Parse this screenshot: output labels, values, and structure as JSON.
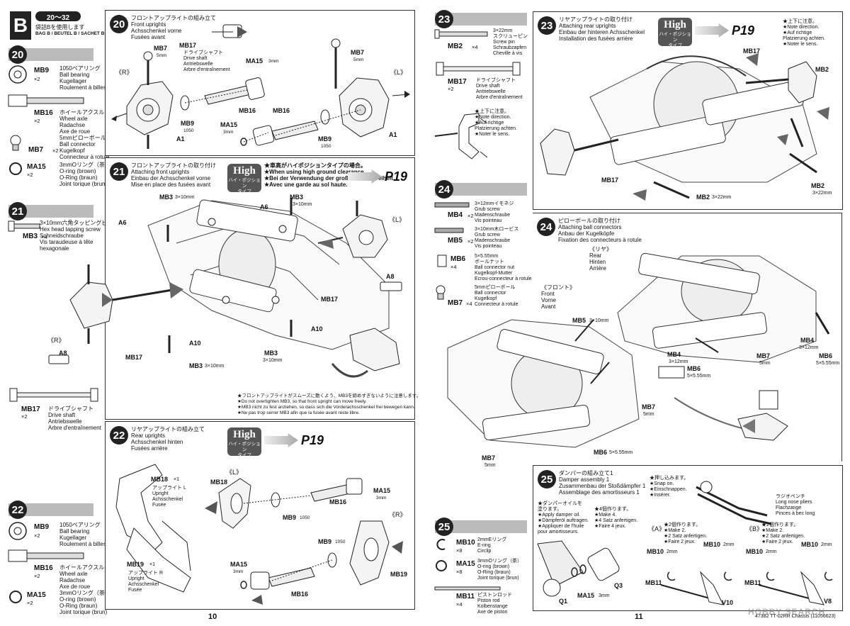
{
  "page_left": {
    "section_letter": "B",
    "section_range": "20～32",
    "bag_jp": "袋詰Bを使用します",
    "bag_en": "BAG B / BEUTEL B / SACHET B",
    "page_number": "10",
    "left_steps": [
      {
        "num": "20"
      },
      {
        "num": "21"
      },
      {
        "num": "22"
      }
    ],
    "parts_20": [
      {
        "code": "MB9",
        "qty": "×2",
        "lines": [
          "1050ベアリング",
          "Ball bearing",
          "Kugellager",
          "Roulement à billes"
        ]
      },
      {
        "code": "MB16",
        "qty": "×2",
        "lines": [
          "ホイールアクスル",
          "Wheel axle",
          "Radachse",
          "Axe de roue"
        ]
      },
      {
        "code": "MB7",
        "qty": "×2",
        "lines": [
          "5mmピローボール",
          "Ball connector",
          "Kugelkopf",
          "Connecteur à rotule"
        ]
      },
      {
        "code": "MA15",
        "qty": "×2",
        "lines": [
          "3mmOリング（茶）",
          "O-ring (brown)",
          "O-Ring (braun)",
          "Joint torique (brun)"
        ]
      }
    ],
    "parts_21": [
      {
        "code": "MB3",
        "qty": "×4",
        "lines": [
          "3×10mm六角タッピングビス",
          "Hex head tapping screw",
          "Schneidschraube",
          "Vis taraudeuse à tête",
          "hexagonale"
        ]
      }
    ],
    "parts_21b": [
      {
        "code": "MB17",
        "qty": "×2",
        "lines": [
          "ドライブシャフト",
          "Drive shaft",
          "Antriebswelle",
          "Arbre d'entraînement"
        ]
      }
    ],
    "parts_22": [
      {
        "code": "MB9",
        "qty": "×2",
        "lines": [
          "1050ベアリング",
          "Ball bearing",
          "Kugellager",
          "Roulement à billes"
        ]
      },
      {
        "code": "MB16",
        "qty": "×2",
        "lines": [
          "ホイールアクスル",
          "Wheel axle",
          "Radachse",
          "Axe de roue"
        ]
      },
      {
        "code": "MA15",
        "qty": "×2",
        "lines": [
          "3mmOリング（茶）",
          "O-ring (brown)",
          "O-Ring (braun)",
          "Joint torique (brun)"
        ]
      }
    ],
    "step20": {
      "num": "20",
      "title": [
        "フロントアップライトの組み立て",
        "Front uprights",
        "Achsschenkel vorne",
        "Fusées avant"
      ],
      "right_label": "《R》",
      "left_label": "《L》",
      "mb17_lines": [
        "ドライブシャフト",
        "Drive shaft",
        "Antriebswelle",
        "Arbre d'entraînement"
      ],
      "labels": {
        "mb7a": "MB7",
        "mb7b": "MB7",
        "mm5": "5mm",
        "mb17": "MB17",
        "ma15a": "MA15",
        "ma15b": "MA15",
        "mm3a": "3mm",
        "mm3b": "3mm",
        "mb16a": "MB16",
        "mb16b": "MB16",
        "mb9a": "MB9",
        "mb9b": "MB9",
        "n1050a": "1050",
        "n1050b": "1050",
        "a1a": "A1",
        "a1b": "A1"
      }
    },
    "step21": {
      "num": "21",
      "title": [
        "フロントアップライトの取り付け",
        "Attaching front uprights",
        "Einbau der Achsschenkel vorne",
        "Mise en place des fusées avant"
      ],
      "high_notes": [
        "★車高がハイポジションタイプの場合。",
        "★When using high ground clearance.",
        "★Bei der Verwendung der großen Bodenfreiheit.",
        "★Avec une garde au sol haute."
      ],
      "page_ref": "P19",
      "labels": {
        "mb3a": "MB3",
        "mb3b": "MB3",
        "mb3c": "MB3",
        "mb3d": "MB3",
        "size": "3×10mm",
        "a6a": "A6",
        "a6b": "A6",
        "a8a": "A8",
        "a8b": "A8",
        "a10a": "A10",
        "a10b": "A10",
        "mb17a": "MB17",
        "mb17b": "MB17",
        "r": "《R》",
        "l": "《L》"
      },
      "warning": [
        "★フロントアップライトがスムーズに動くよう、MB3を締めすぎないように注意します。",
        "★Do not overtighten MB3, so that front upright can move freely.",
        "★MB3 nicht zu fest anziehen, so dass sich die Vorderachsschenkel frei bewegen kann.",
        "★Ne pas trop serrer MB3 afin que la fusée avant reste libre."
      ]
    },
    "step22": {
      "num": "22",
      "title": [
        "リヤアップライトの組み立て",
        "Rear uprights",
        "Achsschenkel hinten",
        "Fusées arrière"
      ],
      "page_ref": "P19",
      "mb18": {
        "code": "MB18",
        "qty": "×1",
        "lines": [
          "アップライト L",
          "Upright",
          "Achsschenkel",
          "Fusée"
        ]
      },
      "mb19": {
        "code": "MB19",
        "qty": "×1",
        "lines": [
          "アップライト R",
          "Upright",
          "Achsschenkel",
          "Fusée"
        ]
      },
      "labels": {
        "l": "《L》",
        "r": "《R》",
        "mb18": "MB18",
        "mb19": "MB19",
        "mb16a": "MB16",
        "mb16b": "MB16",
        "ma15a": "MA15",
        "ma15b": "MA15",
        "mm3a": "3mm",
        "mm3b": "3mm",
        "mb9a": "MB9",
        "mb9b": "MB9",
        "n1050a": "1050",
        "n1050b": "1050"
      }
    }
  },
  "page_right": {
    "page_number": "11",
    "footer": "47382 TT-02RR Chassis (11056623)",
    "watermark": "HOBBY SEARCH",
    "step23_parts": [
      {
        "code": "MB2",
        "qty": "×4",
        "lines": [
          "3×22mm",
          "スクリューピン",
          "Screw pin",
          "Schraubzapfen",
          "Cheville à vis"
        ]
      },
      {
        "code": "MB17",
        "qty": "×2",
        "lines": [
          "ドライブシャフト",
          "Drive shaft",
          "Antriebswelle",
          "Arbre d'entraînement"
        ]
      }
    ],
    "step23_notes": [
      "★上下に注意。",
      "★Note direction.",
      "★Auf richtige",
      "Platzierung achten.",
      "★Noter le sens."
    ],
    "step23": {
      "num": "23",
      "title": [
        "リヤアップライトの取り付け",
        "Attaching rear uprights",
        "Einbau der hinteren Achsschenkel",
        "Installation des fusées arrière"
      ],
      "page_ref": "P19",
      "notes": [
        "★上下に注意。",
        "★Note direction.",
        "★Auf richtige",
        "Platzierung achten.",
        "★Noter le sens."
      ],
      "labels": {
        "mb17a": "MB17",
        "mb17b": "MB17",
        "mb2a": "MB2",
        "mb2b": "MB2",
        "mb2c": "MB2",
        "size": "3×22mm"
      }
    },
    "step24_parts": [
      {
        "code": "MB4",
        "qty": "×2",
        "lines": [
          "3×12mmイモネジ",
          "Grub screw",
          "Madenschraube",
          "Vis pointeau"
        ]
      },
      {
        "code": "MB5",
        "qty": "×2",
        "lines": [
          "3×10mm木ロービス",
          "Grub screw",
          "Madenschraube",
          "Vis pointeau"
        ]
      },
      {
        "code": "MB6",
        "qty": "×4",
        "lines": [
          "5×5.55mm",
          "ボールナット",
          "Ball connector nut",
          "Kugelkopf-Mutter",
          "Ecrou-connecteur à rotule"
        ]
      },
      {
        "code": "MB7",
        "qty": "×4",
        "lines": [
          "5mmピローボール",
          "Ball connector",
          "Kugelkopf",
          "Connecteur à rotule"
        ]
      }
    ],
    "step24": {
      "num": "24",
      "title": [
        "ピローボールの取り付け",
        "Attaching ball connectors",
        "Anbau der Kugelköpfe",
        "Fixation des connecteurs à rotule"
      ],
      "rear": [
        "《リヤ》",
        "Rear",
        "Hinten",
        "Arrière"
      ],
      "front": [
        "《フロント》",
        "Front",
        "Vorne",
        "Avant"
      ],
      "labels": {
        "mb4a": "MB4",
        "mb4b": "MB4",
        "mb4size": "3×12mm",
        "mb5": "MB5",
        "mb5size": "3×10mm",
        "mb6a": "MB6",
        "mb6b": "MB6",
        "mb6c": "MB6",
        "mb6size": "5×5.55mm",
        "mb7a": "MB7",
        "mb7b": "MB7",
        "mb7c": "MB7",
        "mm5": "5mm"
      }
    },
    "step25_parts": [
      {
        "code": "MB10",
        "qty": "×8",
        "lines": [
          "2mmEリング",
          "E-ring",
          "Circlip"
        ]
      },
      {
        "code": "MA15",
        "qty": "×8",
        "lines": [
          "3mmOリング（茶）",
          "O-ring (brown)",
          "O-Ring (braun)",
          "Joint torique (brun)"
        ]
      },
      {
        "code": "MB11",
        "qty": "×4",
        "lines": [
          "ピストンロッド",
          "Piston rod",
          "Kolbenstange",
          "Axe de piston"
        ]
      }
    ],
    "step25": {
      "num": "25",
      "title": [
        "ダンパーの組み立て1",
        "Damper assembly 1",
        "Zusammenbau der Stoßdämpfer 1",
        "Assemblage des amortisseurs 1"
      ],
      "oil_notes": [
        "★ダンパーオイルを",
        "塗ります。",
        "★Apply damper oil.",
        "★Dämpferöl auftragen.",
        "★Appliquer de l'huile",
        "pour amortisseurs."
      ],
      "make4": [
        "★4個作ります。",
        "★Make 4.",
        "★4 Satz anfertigen.",
        "★Faire 4 jeux."
      ],
      "snap": [
        "★押し込みます。",
        "★Snap on.",
        "★Einschnappen.",
        "★Insérer."
      ],
      "pliers": [
        "ラジオペンチ",
        "Long nose pliers",
        "Flachzange",
        "Pinces à bec long"
      ],
      "a_label": "《A》",
      "b_label": "《B》",
      "make2": [
        "★2個作ります。",
        "★Make 2.",
        "★2 Satz anfertigen.",
        "★Faire 2 jeux."
      ],
      "labels": {
        "q1": "Q1",
        "q3": "Q3",
        "ma15": "MA15",
        "mm3": "3mm",
        "mb10a": "MB10",
        "mb10b": "MB10",
        "mb10c": "MB10",
        "mb10d": "MB10",
        "mm2": "2mm",
        "mb11a": "MB11",
        "mb11b": "MB11",
        "v10": "V10",
        "v8": "V8"
      }
    }
  }
}
